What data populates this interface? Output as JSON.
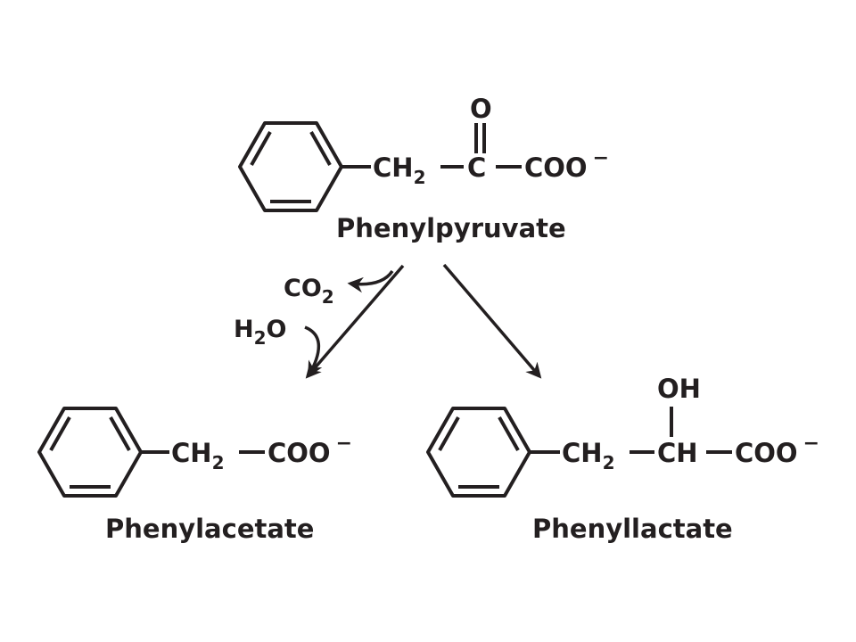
{
  "phenylpyruvate": {
    "name": "Phenylpyruvate",
    "ch": "CH",
    "ch_sub": "2",
    "carbon": "C",
    "oxygen": "O",
    "coo": "COO",
    "charge": "−"
  },
  "phenylacetate": {
    "name": "Phenylacetate",
    "ch": "CH",
    "ch_sub": "2",
    "coo": "COO",
    "charge": "−"
  },
  "phenyllactate": {
    "name": "Phenyllactate",
    "ch": "CH",
    "ch_sub": "2",
    "ch2": "CH",
    "oh": "OH",
    "coo": "COO",
    "charge": "−"
  },
  "reagents": {
    "co2_main": "CO",
    "co2_sub": "2",
    "h2o_h": "H",
    "h2o_sub": "2",
    "h2o_o": "O"
  }
}
